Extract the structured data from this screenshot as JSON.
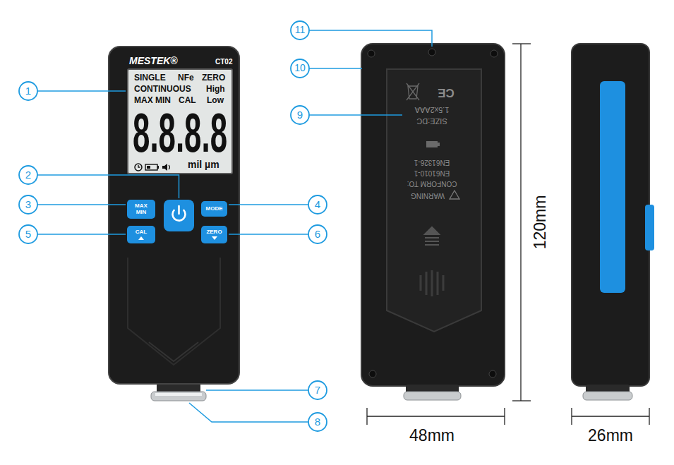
{
  "diagram": {
    "nodes": [
      {
        "text": [
          "MESTEK®",
          "CT02"
        ]
      },
      {
        "text": [
          "SINGLE",
          "NFe",
          "ZERO",
          "CONTINUOUS",
          "High",
          "MAX MIN",
          "CAL",
          "Low",
          "8.8.8.8",
          "mil µm"
        ],
        "in": 0
      },
      {
        "text": [
          "MAX MIN"
        ],
        "in": 0
      },
      {
        "text": [
          "MODE"
        ],
        "in": 0
      },
      {
        "text": [
          "CAL"
        ],
        "in": 0
      },
      {
        "text": [
          "ZERO"
        ],
        "in": 0
      }
    ],
    "labels": [
      "1",
      "2",
      "3",
      "4",
      "5",
      "6",
      "7",
      "8",
      "9",
      "10",
      "11",
      "CE",
      "WARNING",
      "CONFORM TO:",
      "EN61010-1",
      "EN61326-1",
      "SIZE:DC",
      "1.5x2AAA",
      "120mm",
      "48mm",
      "26mm"
    ]
  }
}
